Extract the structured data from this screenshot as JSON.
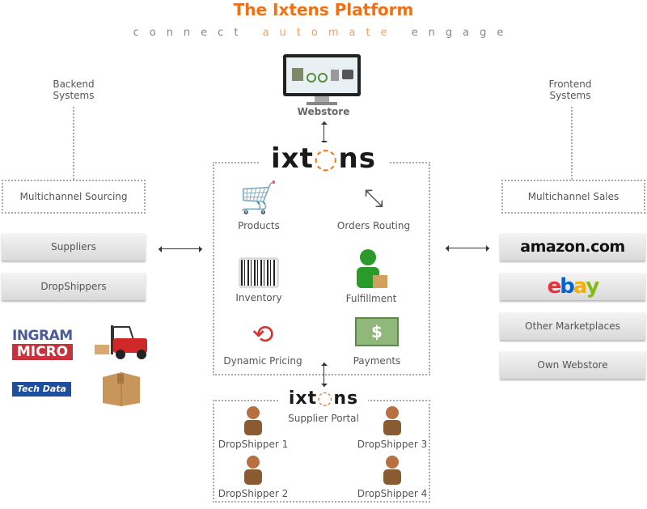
{
  "header": {
    "title": "The Ixtens Platform",
    "tagline": [
      "connect",
      "automate",
      "engage"
    ]
  },
  "backend": {
    "label_line1": "Backend",
    "label_line2": "Systems",
    "box": "Multichannel Sourcing",
    "items": [
      "Suppliers",
      "DropShippers"
    ],
    "logos": [
      "INGRAM",
      "MICRO",
      "Tech Data"
    ]
  },
  "frontend": {
    "label_line1": "Frontend",
    "label_line2": "Systems",
    "box": "Multichannel Sales",
    "amazon": "amazon.com",
    "ebay": [
      "e",
      "b",
      "a",
      "y"
    ],
    "items": [
      "Other Marketplaces",
      "Own Webstore"
    ]
  },
  "webstore": {
    "label": "Webstore"
  },
  "platform": {
    "logo_left": "ixt",
    "logo_right": "ns",
    "features": [
      "Products",
      "Orders Routing",
      "Inventory",
      "Fulfillment",
      "Dynamic Pricing",
      "Payments"
    ]
  },
  "portal": {
    "logo_left": "ixt",
    "logo_right": "ns",
    "subtitle": "Supplier Portal",
    "dropshippers": [
      "DropShipper 1",
      "DropShipper 3",
      "DropShipper 2",
      "DropShipper 4"
    ]
  },
  "colors": {
    "brand": "#f07016"
  }
}
